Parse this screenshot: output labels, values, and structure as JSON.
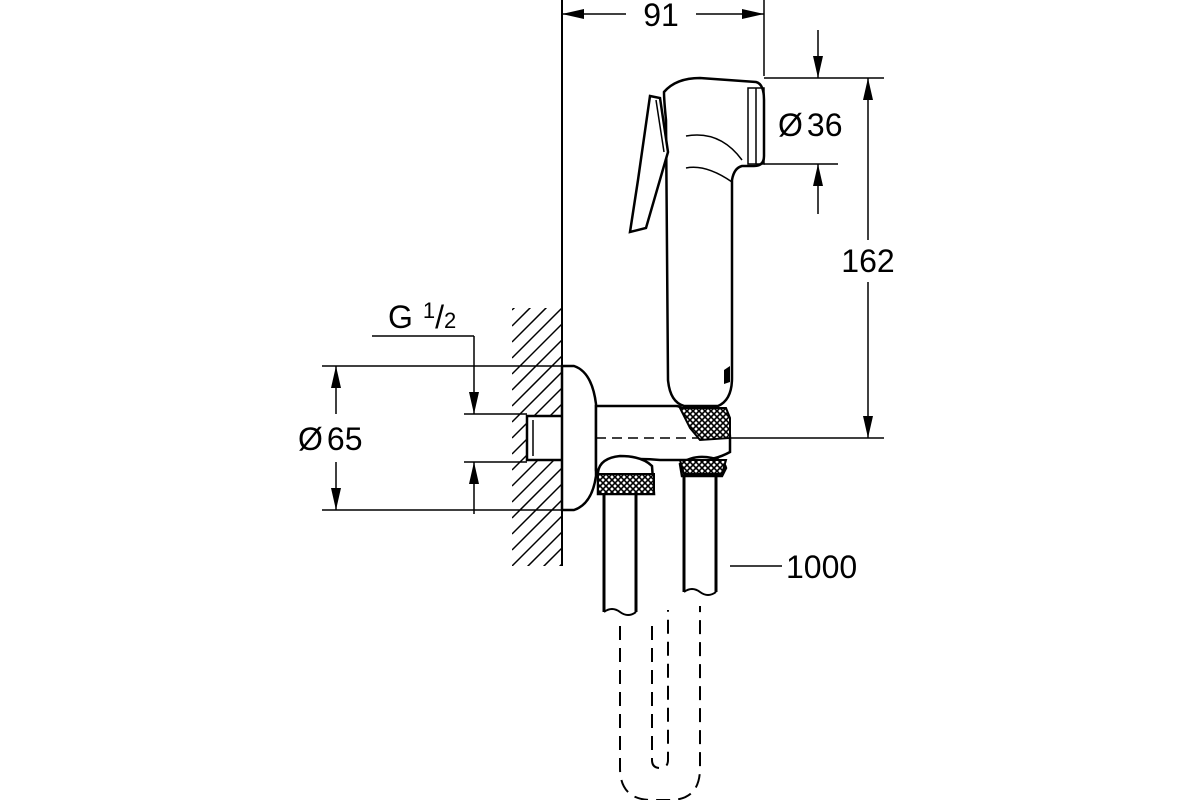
{
  "dimensions": {
    "width_top": "91",
    "head_diameter": "36",
    "height": "162",
    "thread_prefix": "G",
    "thread_num": "1",
    "thread_den": "2",
    "flange_diameter": "65",
    "hose_length": "1000"
  },
  "symbols": {
    "diameter": "Ø"
  }
}
